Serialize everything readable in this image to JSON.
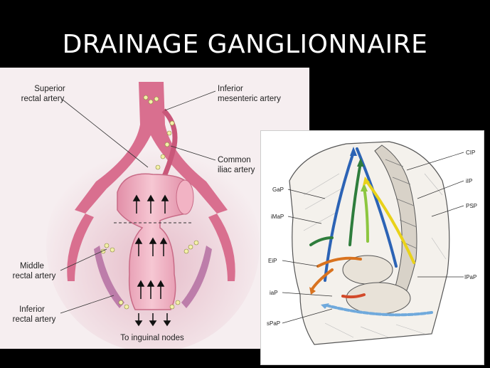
{
  "slide": {
    "title": "DRAINAGE GANGLIONNAIRE"
  },
  "left_figure": {
    "labels": {
      "superior_rectal_1": "Superior",
      "superior_rectal_2": "rectal artery",
      "inferior_mesenteric_1": "Inferior",
      "inferior_mesenteric_2": "mesenteric artery",
      "common_iliac_1": "Common",
      "common_iliac_2": "iliac artery",
      "middle_rectal_1": "Middle",
      "middle_rectal_2": "rectal artery",
      "inferior_rectal_1": "Inferior",
      "inferior_rectal_2": "rectal artery",
      "inguinal": "To inguinal nodes"
    }
  },
  "right_figure": {
    "labels": {
      "cip": "CIP",
      "iip": "iIP",
      "psp": "PSP",
      "gap": "GaP",
      "imap": "iMaP",
      "eip": "EiP",
      "ipap": "IPaP",
      "iap": "iaP",
      "spap": "sPaP"
    },
    "colors": {
      "blue": "#2c63b5",
      "green": "#2e7d3c",
      "lightgreen": "#8cc63f",
      "yellow": "#e9d21a",
      "orange": "#d9731f",
      "red": "#d24a2a",
      "lightblue": "#6fa9dc"
    }
  }
}
